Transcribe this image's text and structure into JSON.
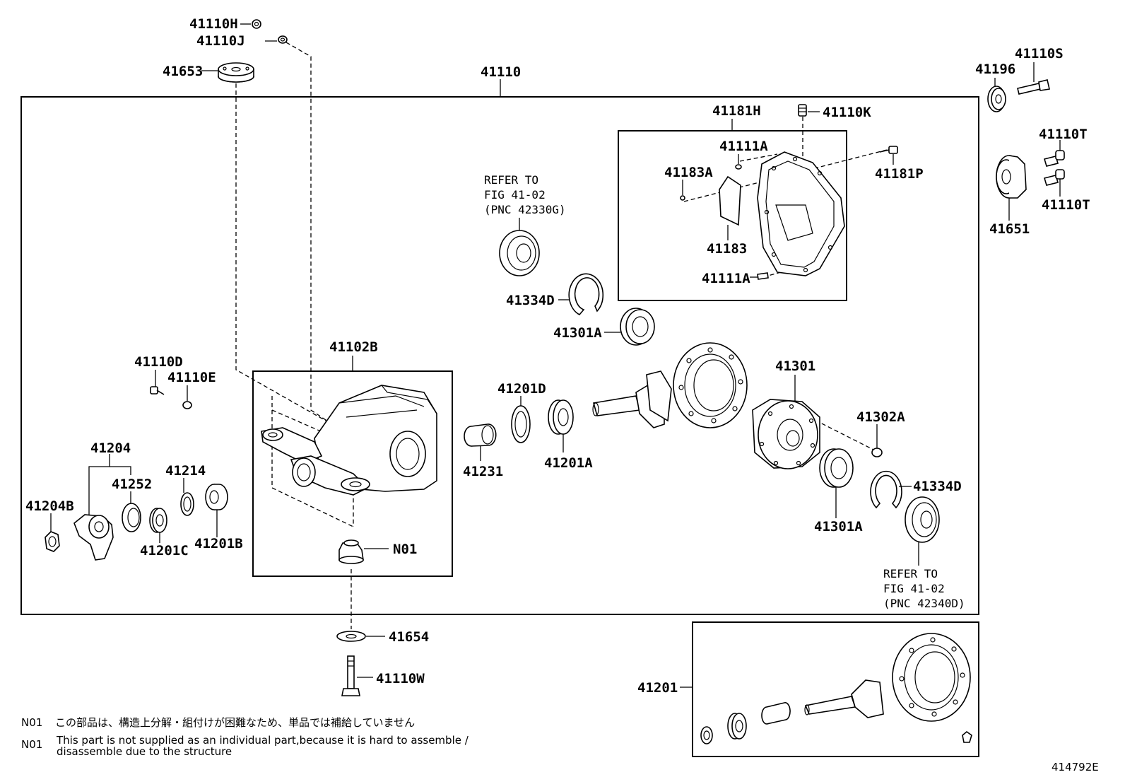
{
  "labels": {
    "p41110H": "41110H",
    "p41110J": "41110J",
    "p41653": "41653",
    "p41110": "41110",
    "p41196": "41196",
    "p41110S": "41110S",
    "p41181H": "41181H",
    "p41110K": "41110K",
    "p41111A_top": "41111A",
    "p41181P": "41181P",
    "p41183A": "41183A",
    "p41183": "41183",
    "p41111A_bot": "41111A",
    "p41110T_top": "41110T",
    "p41110T_bot": "41110T",
    "p41651": "41651",
    "p41334D_top": "41334D",
    "p41301A_top": "41301A",
    "p41102B": "41102B",
    "p41110D": "41110D",
    "p41110E": "41110E",
    "p41201D": "41201D",
    "p41301": "41301",
    "p41302A": "41302A",
    "p41231": "41231",
    "p41201A": "41201A",
    "p41204": "41204",
    "p41214": "41214",
    "p41252": "41252",
    "p41204B": "41204B",
    "p41201C": "41201C",
    "p41201B": "41201B",
    "pN01": "N01",
    "p41334D_bot": "41334D",
    "p41301A_bot": "41301A",
    "p41654": "41654",
    "p41110W": "41110W",
    "p41201": "41201"
  },
  "refer_top": {
    "line1": "REFER TO",
    "line2": "FIG 41-02",
    "line3": "(PNC 42330G)"
  },
  "refer_bottom": {
    "line1": "REFER TO",
    "line2": "FIG 41-02",
    "line3": "(PNC 42340D)"
  },
  "notes": {
    "jp_code": "N01",
    "jp_text": "この部品は、構造上分解・組付けが困難なため、単品では補給していません",
    "en_code": "N01",
    "en_line1": "This part is not supplied as an individual part,because it is hard to assemble /",
    "en_line2": "disassemble due to the structure"
  },
  "figure_id": "414792E"
}
